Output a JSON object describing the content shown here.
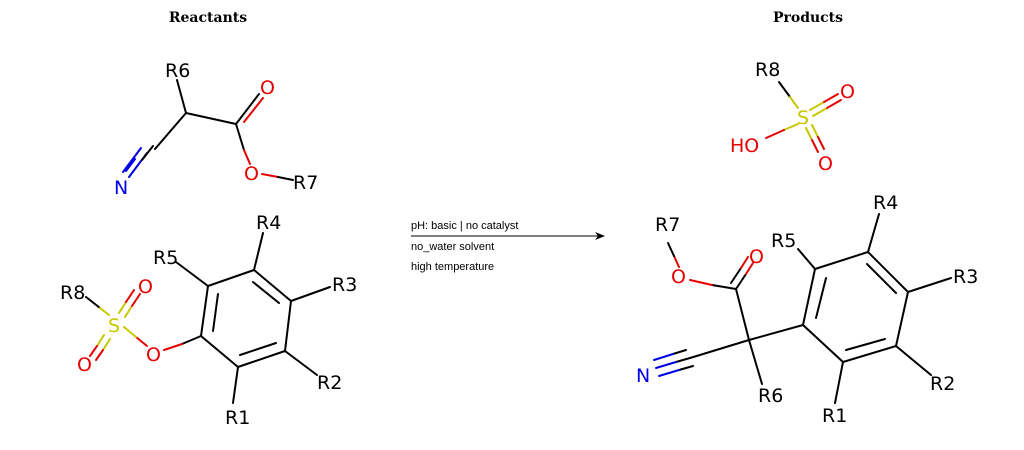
{
  "headers": {
    "reactants": "Reactants",
    "products": "Products"
  },
  "conditions": {
    "line1": "pH: basic | no catalyst",
    "line2": "no_water solvent",
    "line3": "high temperature"
  },
  "reactant_cyanoester": {
    "r6": "R6",
    "o_carbonyl": "O",
    "n": "N",
    "o_ester": "O",
    "r7": "R7"
  },
  "reactant_aryl_sulfonate": {
    "r4": "R4",
    "r5": "R5",
    "r3": "R3",
    "r8": "R8",
    "o_top": "O",
    "s": "S",
    "o_bottom": "O",
    "o_bridge": "O",
    "r2": "R2",
    "r1": "R1"
  },
  "product_sulfonic_acid": {
    "r8": "R8",
    "o_right": "O",
    "s": "S",
    "ho": "HO",
    "o_bottom": "O"
  },
  "product_arylated": {
    "r4": "R4",
    "r7": "R7",
    "r5": "R5",
    "o_carbonyl": "O",
    "o_ester": "O",
    "r3": "R3",
    "n": "N",
    "r6": "R6",
    "r2": "R2",
    "r1": "R1"
  }
}
